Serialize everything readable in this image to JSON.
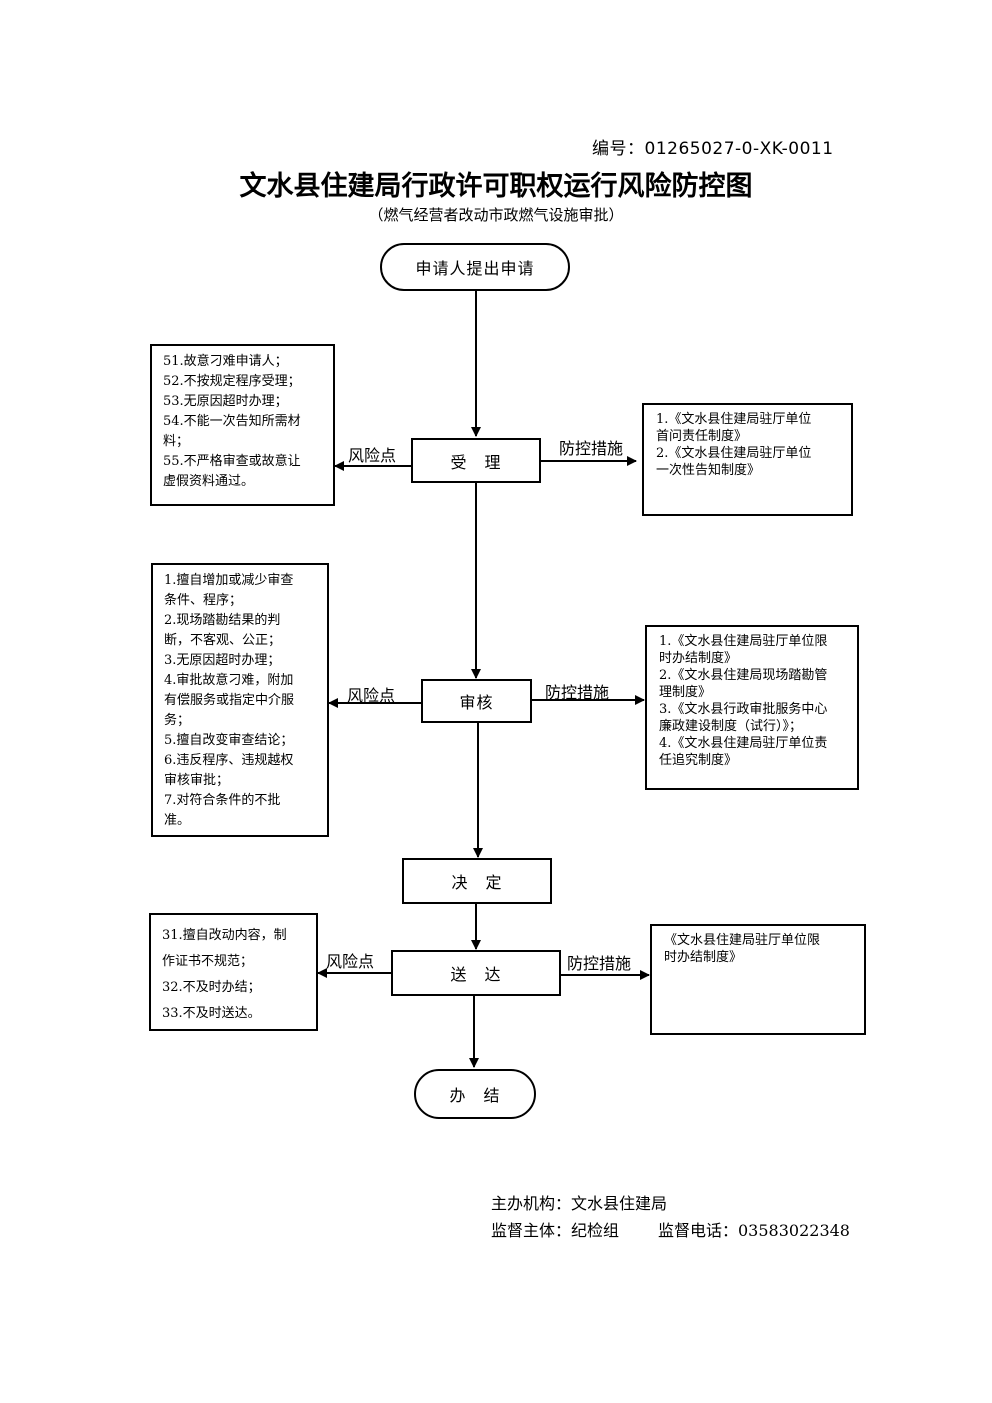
{
  "header": {
    "code": "编号：01265027-0-XK-0011",
    "title": "文水县住建局行政许可职权运行风险防控图",
    "subtitle": "（燃气经营者改动市政燃气设施审批）"
  },
  "flow": {
    "start": "申请人提出申请",
    "accept": "受　理",
    "review": "审核",
    "decide": "决　定",
    "deliver": "送　达",
    "end": "办　结"
  },
  "labels": {
    "risk": "风险点",
    "control": "防控措施"
  },
  "risks": {
    "accept": [
      "51.故意刁难申请人；",
      "52.不按规定程序受理；",
      "53.无原因超时办理；",
      "54.不能一次告知所需材",
      "料；",
      "55.不严格审查或故意让",
      "虚假资料通过。"
    ],
    "review": [
      "1.擅自增加或减少审查",
      "条件、程序；",
      "2.现场踏勘结果的判",
      "断，不客观、公正；",
      "3.无原因超时办理；",
      "4.审批故意刁难，附加",
      "有偿服务或指定中介服",
      "务；",
      "5.擅自改变审查结论；",
      "6.违反程序、违规越权",
      "审核审批；",
      "7.对符合条件的不批",
      "准。"
    ],
    "deliver": [
      "31.擅自改动内容，制",
      "作证书不规范；",
      "32.不及时办结；",
      "33.不及时送达。"
    ]
  },
  "controls": {
    "accept": [
      "1.《文水县住建局驻厅单位",
      "首问责任制度》",
      "2.《文水县住建局驻厅单位",
      "一次性告知制度》"
    ],
    "review": [
      "1.《文水县住建局驻厅单位限",
      "时办结制度》",
      "2.《文水县住建局现场踏勘管",
      "理制度》",
      "3.《文水县行政审批服务中心",
      "廉政建设制度（试行）》；",
      "4.《文水县住建局驻厅单位责",
      "任追究制度》"
    ],
    "deliver": [
      "《文水县住建局驻厅单位限",
      "时办结制度》"
    ]
  },
  "footer": {
    "organizer": "主办机构：文水县住建局",
    "supervisor": "监督主体：纪检组",
    "phone": "监督电话：03583022348"
  }
}
